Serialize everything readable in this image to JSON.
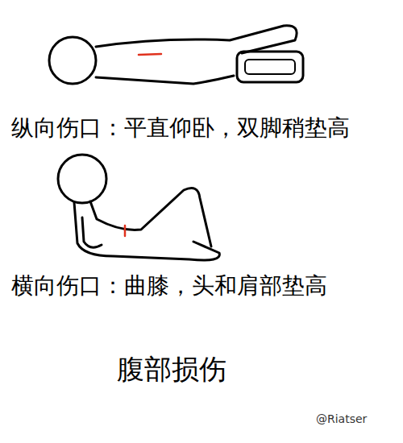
{
  "diagram": {
    "caption": "腹部损伤",
    "labels": [
      "纵向伤口：平直仰卧，双脚稍垫高",
      "横向伤口：曲膝，头和肩部垫高",
      "@Riatser"
    ]
  }
}
